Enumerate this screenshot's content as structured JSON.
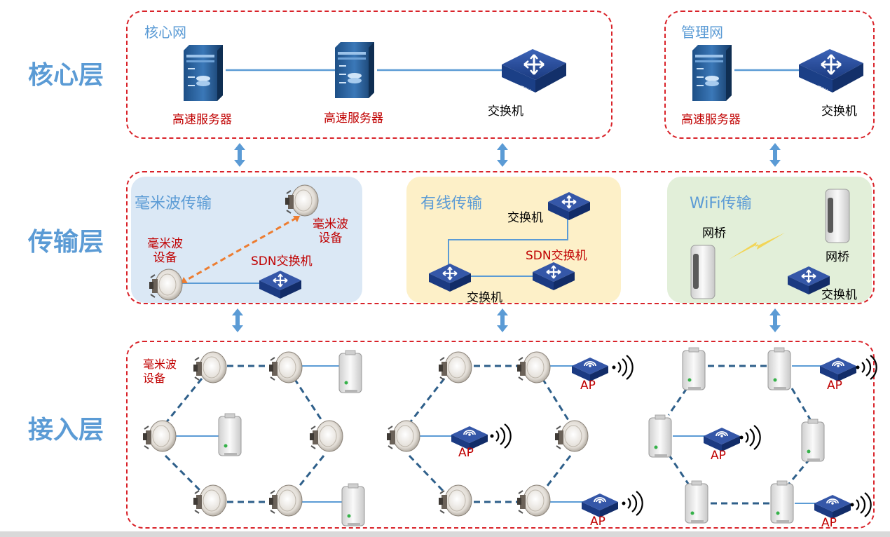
{
  "layers": {
    "core": "核心层",
    "transport": "传输层",
    "access": "接入层"
  },
  "core_net": {
    "title": "核心网",
    "server1": "高速服务器",
    "server2": "高速服务器",
    "switch": "交换机"
  },
  "mgmt_net": {
    "title": "管理网",
    "server": "高速服务器",
    "switch": "交换机"
  },
  "mmwave_tx": {
    "title": "毫米波传输",
    "device_top": "毫米波\n设备",
    "device_left": "毫米波\n设备",
    "sdn_switch": "SDN交换机"
  },
  "wired_tx": {
    "title": "有线传输",
    "switch_top": "交换机",
    "sdn_switch": "SDN交换机",
    "switch_bottom": "交换机"
  },
  "wifi_tx": {
    "title": "WiFi传输",
    "bridge_left": "网桥",
    "bridge_right": "网桥",
    "switch": "交换机"
  },
  "access": {
    "mmwave_label": "毫米波\n设备",
    "ap_label": "AP"
  },
  "colors": {
    "layer_text": "#5b9bd5",
    "dashed_border": "#d9232a",
    "label_red": "#c00000",
    "mmwave_panel": "#dbe8f5",
    "wired_panel": "#fdf0c8",
    "wifi_panel": "#e2efd9",
    "link_blue": "#5b9bd5",
    "link_dark": "#2e5f8a",
    "arrow_blue": "#5b9bd5"
  }
}
